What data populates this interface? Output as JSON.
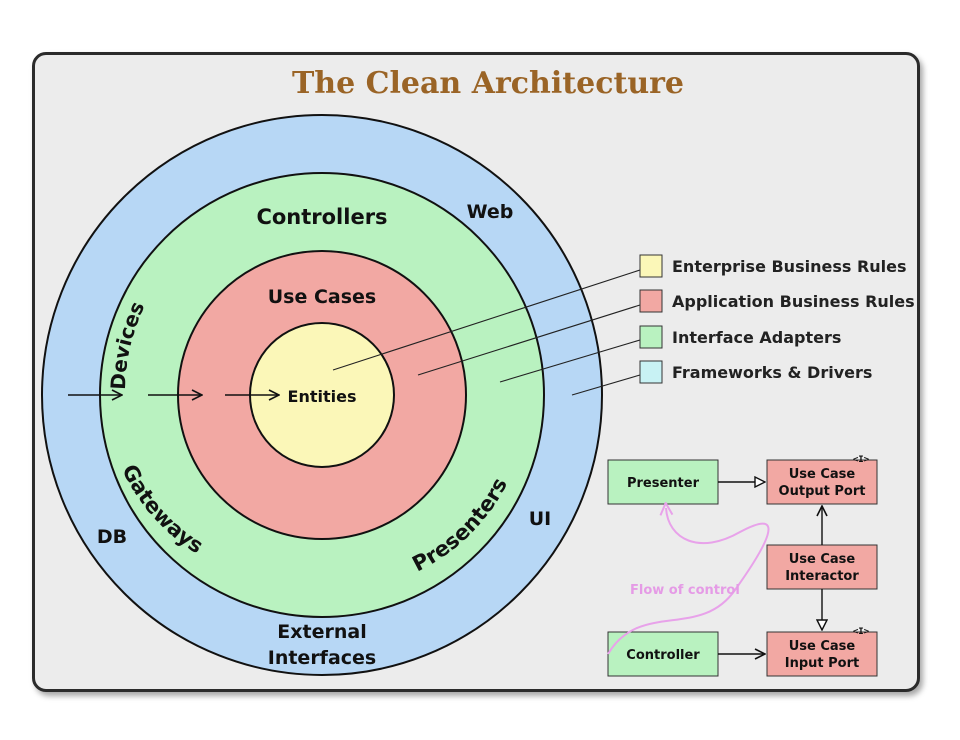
{
  "title": "The Clean Architecture",
  "rings": {
    "frameworks": {
      "labels": [
        "Devices",
        "Web",
        "DB",
        "UI",
        "External",
        "Interfaces"
      ],
      "color": "#b7d7f5"
    },
    "adapters": {
      "labels": [
        "Controllers",
        "Gateways",
        "Presenters"
      ],
      "color": "#b9f2c0"
    },
    "use_cases": {
      "label": "Use Cases",
      "color": "#f2a8a3"
    },
    "entities": {
      "label": "Entities",
      "color": "#fbf7b8"
    }
  },
  "legend": [
    {
      "label": "Enterprise Business Rules",
      "color": "#fbf7b8"
    },
    {
      "label": "Application Business Rules",
      "color": "#f2a8a3"
    },
    {
      "label": "Interface Adapters",
      "color": "#b9f2c0"
    },
    {
      "label": "Frameworks & Drivers",
      "color": "#c8f2f4"
    }
  ],
  "flow": {
    "presenter": "Presenter",
    "controller": "Controller",
    "output_port": {
      "line1": "Use Case",
      "line2": "Output Port",
      "tag": "<I>"
    },
    "interactor": {
      "line1": "Use Case",
      "line2": "Interactor"
    },
    "input_port": {
      "line1": "Use Case",
      "line2": "Input Port",
      "tag": "<I>"
    },
    "flow_label": "Flow of control",
    "flow_color": "#e8a2ea"
  }
}
